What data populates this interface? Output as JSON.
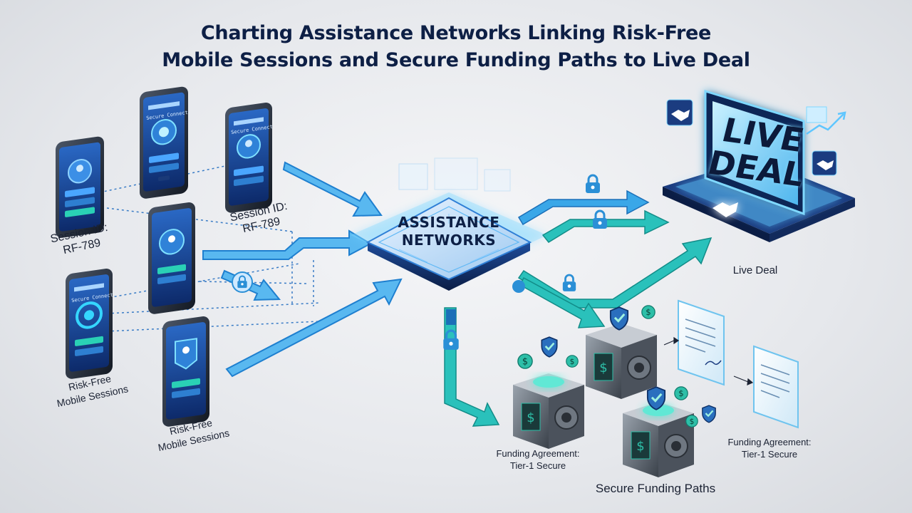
{
  "title": {
    "line1": "Charting Assistance Networks Linking Risk-Free",
    "line2": "Mobile Sessions and Secure Funding Paths to Live Deal"
  },
  "hub": {
    "line1": "ASSISTANCE",
    "line2": "NETWORKS"
  },
  "live_deal": {
    "screen_line1": "LIVE",
    "screen_line2": "DEAL",
    "caption": "Live Deal"
  },
  "phones": {
    "screen_header": "Secure Connect",
    "session_label": {
      "line1": "Session ID:",
      "line2": "RF-789"
    },
    "session_label_right": {
      "line1": "Session ID:",
      "line2": "RF-789"
    },
    "risk_free_left": {
      "line1": "Risk-Free",
      "line2": "Mobile Sessions"
    },
    "risk_free_bottom": {
      "line1": "Risk-Free",
      "line2": "Mobile Sessions"
    }
  },
  "funding": {
    "agreement_left": {
      "line1": "Funding Agreement:",
      "line2": "Tier-1 Secure"
    },
    "agreement_right": {
      "line1": "Funding Agreement:",
      "line2": "Tier-1 Secure"
    },
    "caption": "Secure Funding Paths"
  },
  "colors": {
    "navy": "#0d1f45",
    "blue_arrow": "#3aa7e8",
    "teal_arrow": "#22b8b4",
    "screen": "#1d4fa0",
    "glow": "#7fd8ff"
  }
}
